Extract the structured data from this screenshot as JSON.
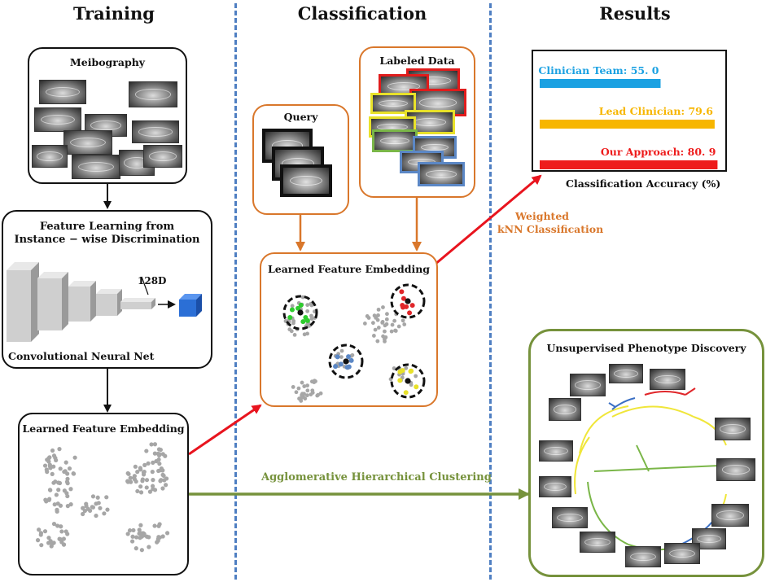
{
  "headers": {
    "training": "Training",
    "classification": "Classification",
    "results": "Results"
  },
  "meibography": {
    "title": "Meibography"
  },
  "feature_learning": {
    "title_line1": "Feature Learning from",
    "title_line2": "Instance − wise Discrimination",
    "dim_label": "128D",
    "net_label": "Convolutional Neural Net"
  },
  "training_embedding": {
    "title": "Learned Feature Embedding"
  },
  "query": {
    "title": "Query"
  },
  "labeled_data": {
    "title": "Labeled Data"
  },
  "class_embedding": {
    "title": "Learned Feature Embedding"
  },
  "knn": {
    "line1": "Weighted",
    "line2": "kNN Classification"
  },
  "clustering": {
    "label": "Agglomerative Hierarchical Clustering"
  },
  "phenotype": {
    "title": "Unsupervised Phenotype Discovery"
  },
  "chart_data": {
    "type": "bar",
    "orientation": "horizontal",
    "xlabel": "Classification Accuracy (%)",
    "xlim": [
      0,
      100
    ],
    "series": [
      {
        "name": "Clinician Team",
        "value": 55.0,
        "display": "55. 0",
        "color": "#1ba1e2"
      },
      {
        "name": "Lead Clinician",
        "value": 79.6,
        "display": "79.6",
        "color": "#f7b600"
      },
      {
        "name": "Our Approach",
        "value": 80.9,
        "display": "80. 9",
        "color": "#ee1c1c"
      }
    ]
  },
  "colors": {
    "orange": "#d9772b",
    "green": "#76923c",
    "blue_dash": "#4f7fc2",
    "red_arrow": "#e8141e",
    "cube": "#2b6fd6"
  }
}
